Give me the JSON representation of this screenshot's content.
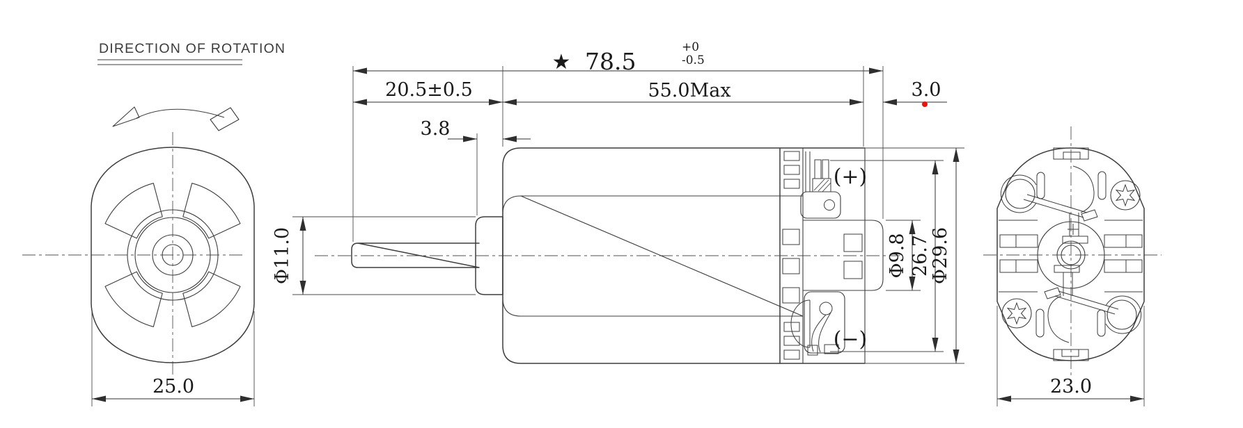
{
  "header": {
    "title": "DIRECTION OF ROTATION"
  },
  "colors": {
    "line": "#3d3d3d",
    "dim": "#2f2f2f",
    "text": "#1a1a1a",
    "dot": "#e8130c",
    "bg": "#ffffff"
  },
  "symbols": {
    "star": "★",
    "plus_terminal": "(+)",
    "minus_terminal": "(−)"
  },
  "dimensions": {
    "overall_length": "78.5",
    "overall_tol_up": "+0",
    "overall_tol_dn": "-0.5",
    "shaft_extension": "20.5±0.5",
    "body_length": "55.0Max",
    "terminal_projection": "3.0",
    "boss_length": "3.8",
    "boss_diameter": "Φ11.0",
    "terminal_block_diameter": "Φ9.8",
    "cap_across": "26.7",
    "cap_diameter": "Φ29.6",
    "front_width": "25.0",
    "rear_width": "23.0"
  }
}
